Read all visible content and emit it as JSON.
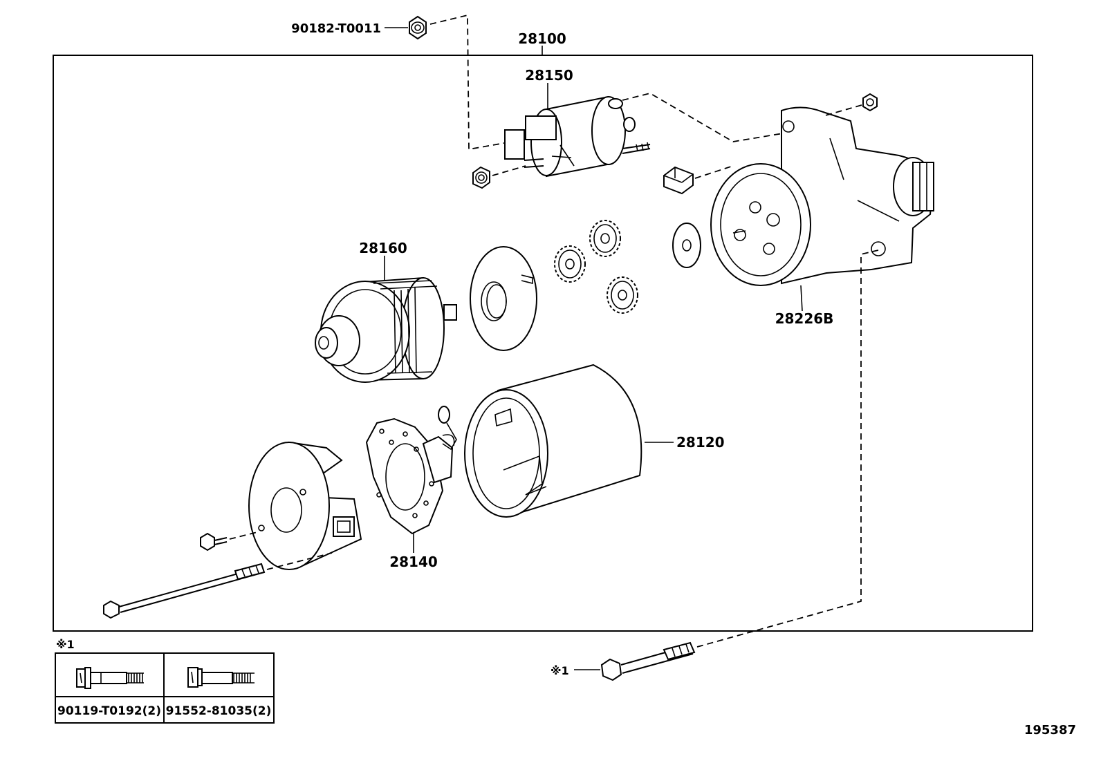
{
  "labels": {
    "assembly": "28100",
    "solenoid": "28150",
    "armature": "28160",
    "housing": "28226B",
    "yoke": "28120",
    "brush_holder": "28140",
    "nut_top": "90182-T0011",
    "footnote_mark": "※1",
    "bolt_ref": "※1",
    "diagram_id": "195387"
  },
  "legend": {
    "header": "※1",
    "columns": [
      {
        "part_no": "90119-T0192(2)",
        "icon": "flange-bolt-with-washer-icon"
      },
      {
        "part_no": "91552-81035(2)",
        "icon": "flange-bolt-icon"
      }
    ]
  },
  "colors": {
    "line": "#000000",
    "background": "#ffffff"
  }
}
